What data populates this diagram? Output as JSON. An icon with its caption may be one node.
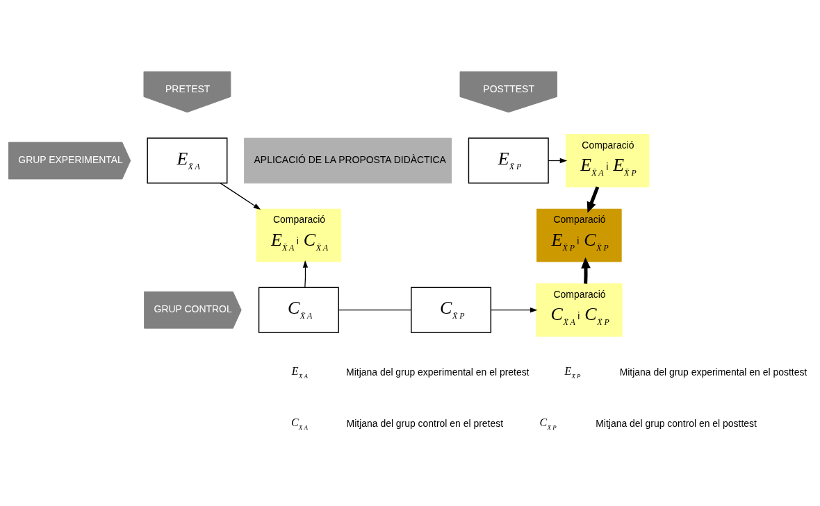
{
  "diagram": {
    "nodes": [
      {
        "text": [
          "PRETEST"
        ]
      },
      {
        "text": [
          "POSTTEST"
        ]
      },
      {
        "text": [
          "GRUP EXPERIMENTAL"
        ]
      },
      {
        "text": [
          "E$_{X̄ A}$"
        ]
      },
      {
        "text": [
          "APLICACIÓ DE LA PROPOSTA DIDÀCTICA"
        ]
      },
      {
        "text": [
          "E$_{X̄ P}$"
        ]
      },
      {
        "text": [
          "Comparació",
          "E$_{X̄ A}$ i E$_{X̄ P}$"
        ]
      },
      {
        "text": [
          "Comparació",
          "E$_{X̄ A}$ i C$_{X̄ A}$"
        ]
      },
      {
        "text": [
          "Comparació",
          "E$_{X̄ P}$ i C$_{X̄ P}$"
        ]
      },
      {
        "text": [
          "GRUP CONTROL"
        ]
      },
      {
        "text": [
          "C$_{X̄ A}$"
        ]
      },
      {
        "text": [
          "C$_{X̄ P}$"
        ]
      },
      {
        "text": [
          "Comparació",
          "C$_{X̄ A}$ i C$_{X̄ P}$"
        ]
      }
    ],
    "edges": [
      {
        "from": 3,
        "to": 7,
        "arrow": "to"
      },
      {
        "from": 10,
        "to": 7,
        "arrow": "to"
      },
      {
        "from": 5,
        "to": 6,
        "arrow": "to"
      },
      {
        "from": 6,
        "to": 8,
        "arrow": "to",
        "style": "thick"
      },
      {
        "from": 12,
        "to": 8,
        "arrow": "to",
        "style": "thick"
      },
      {
        "from": 10,
        "to": 11,
        "arrow": "none"
      },
      {
        "from": 11,
        "to": 12,
        "arrow": "to"
      }
    ],
    "labels": [
      "E$_{X̄ A}$",
      "Mitjana del grup experimental en el pretest",
      "E$_{X̄ P}$",
      "Mitjana del grup experimental en el posttest",
      "C$_{X̄ A}$",
      "Mitjana del grup control en el pretest",
      "C$_{X̄ P}$",
      "Mitjana del grup control en el posttest"
    ]
  }
}
